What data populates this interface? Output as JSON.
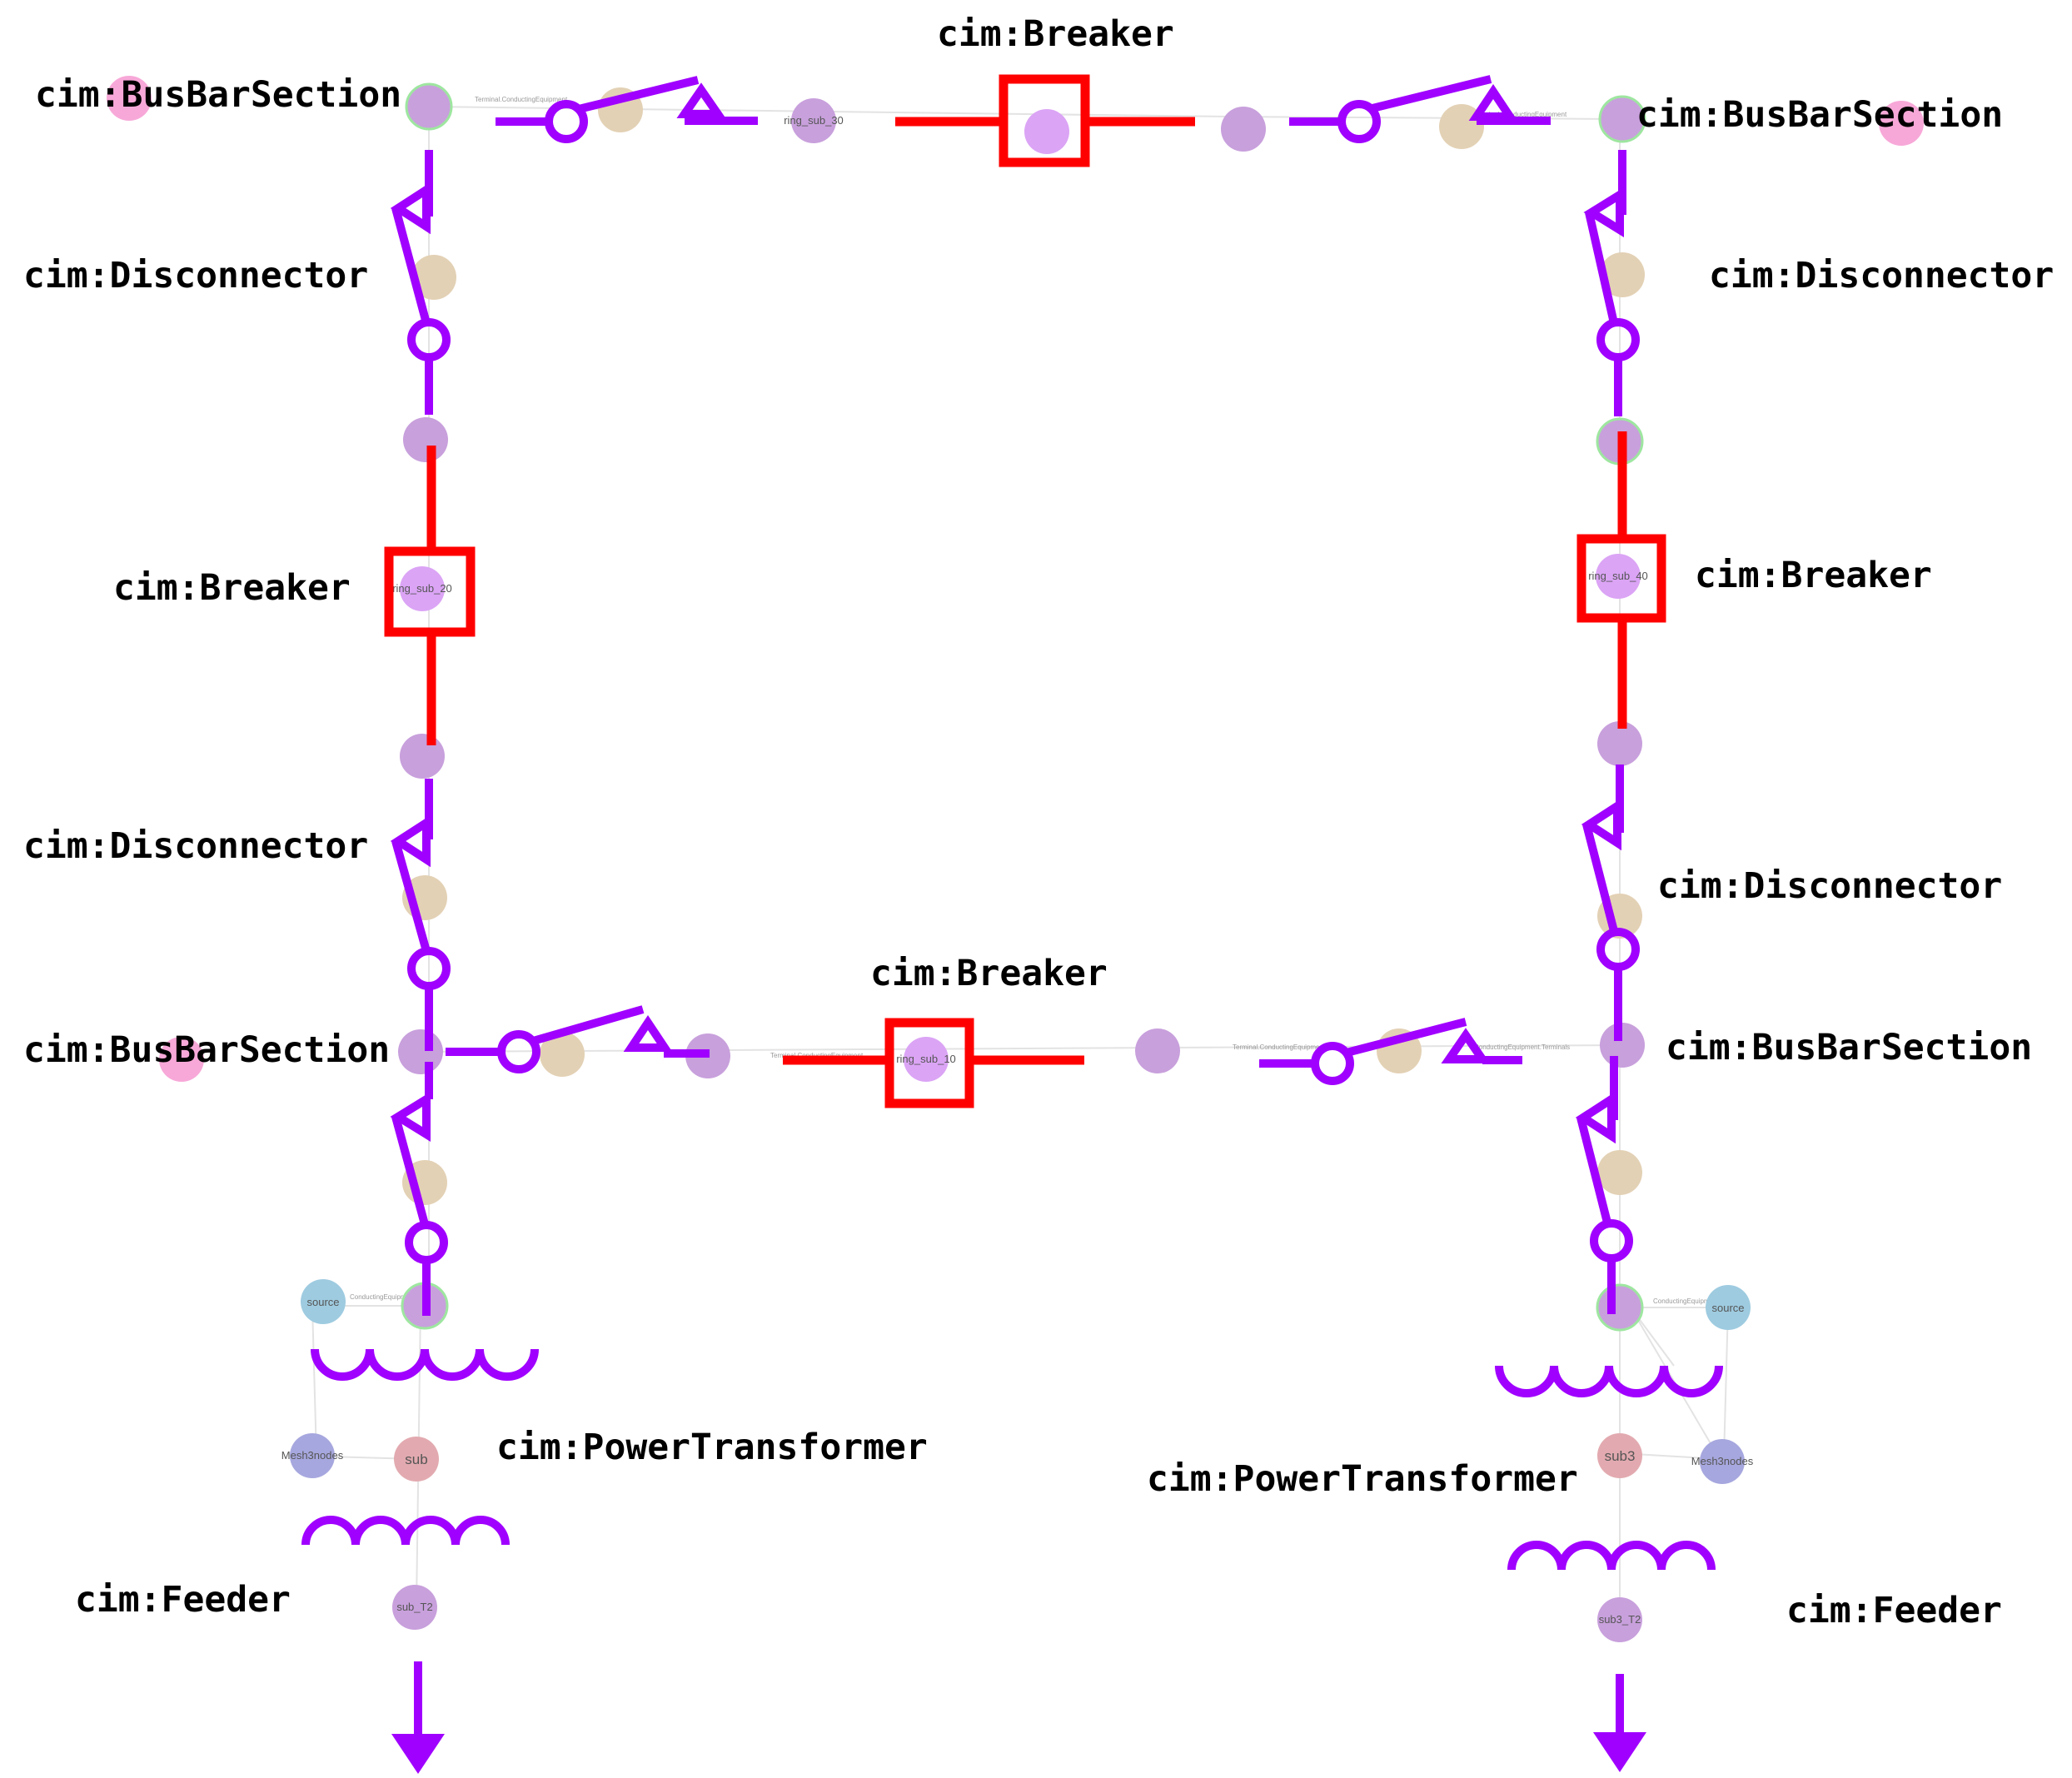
{
  "colors": {
    "symbol_purple": "#a000ff",
    "breaker_red": "#ff0000",
    "node_purple": "#c8a0dc",
    "node_violet": "#dba4f5",
    "node_tan": "#e3d1b5",
    "node_pink": "#f7a8d8",
    "node_blue": "#9ecbe0",
    "node_rose": "#e2aab0",
    "node_indigo": "#a7a7df",
    "edge_grey": "#dddddd"
  },
  "labels": {
    "busbar_top_left": "cim:BusBarSection",
    "busbar_top_right": "cim:BusBarSection",
    "busbar_bottom_left": "cim:BusBarSection",
    "busbar_bottom_right": "cim:BusBarSection",
    "breaker_top": "cim:Breaker",
    "breaker_left": "cim:Breaker",
    "breaker_right": "cim:Breaker",
    "breaker_bottom": "cim:Breaker",
    "disconnector_left_upper": "cim:Disconnector",
    "disconnector_left_lower": "cim:Disconnector",
    "disconnector_right_upper": "cim:Disconnector",
    "disconnector_right_lower": "cim:Disconnector",
    "transformer_left": "cim:PowerTransformer",
    "transformer_right": "cim:PowerTransformer",
    "feeder_left": "cim:Feeder",
    "feeder_right": "cim:Feeder"
  },
  "graph_nodes": {
    "source_left": "source",
    "source_right": "source",
    "sub_left": "sub",
    "sub_right": "sub3",
    "feeder_node_left": "sub_T2",
    "feeder_node_right": "sub3_T2",
    "ring_sub_20": "ring_sub_20",
    "ring_sub_40": "ring_sub_40",
    "ring_sub_10": "ring_sub_10",
    "ring_sub_30": "ring_sub_30",
    "mesh_left": "Mesh3nodes",
    "mesh_right": "Mesh3nodes"
  },
  "edge_labels": {
    "terminal_conducting": "Terminal.ConductingEquipment",
    "conducting_terminal": "ConductingEquipment.Terminals"
  }
}
